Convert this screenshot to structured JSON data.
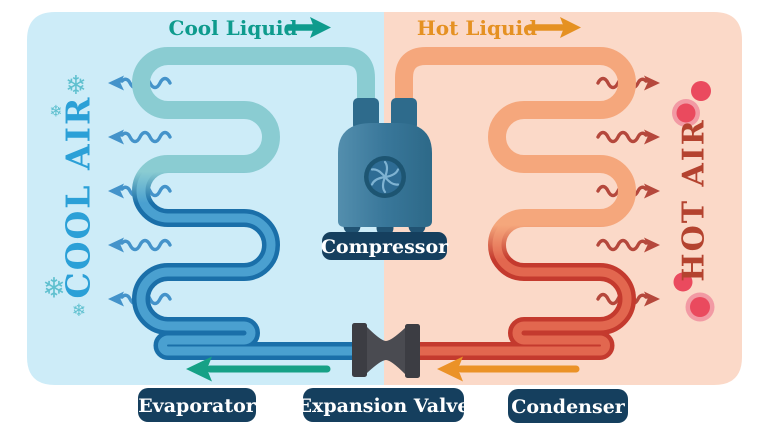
{
  "diagram": {
    "flow_labels": {
      "cool_liquid": "Cool Liquid",
      "hot_liquid": "Hot Liquid"
    },
    "zones": {
      "cool_air": "COOL AIR",
      "hot_air": "HOT AIR"
    },
    "components": {
      "compressor": "Compressor",
      "evaporator": "Evaporator",
      "expansion_valve": "Expansion Valve",
      "condenser": "Condenser"
    }
  },
  "icons": {
    "snowflake": "❄"
  },
  "colors": {
    "cool_panel": "#cdecf8",
    "hot_panel": "#fbd9c8",
    "cool_liquid": "#0e9b8d",
    "hot_liquid": "#e59122",
    "cool_air_text": "#2ba0d7",
    "hot_air_text": "#b4432f",
    "cool_pipe": "#8accd2",
    "cold_pipe_dark": "#1a6fa9",
    "hot_pipe": "#f5a77c",
    "red_pipe_dark": "#c43a2e",
    "label_box": "#153f5e",
    "label_text": "#ffffff",
    "valve_gray": "#45464c",
    "evaporator_arrow": "#16a186",
    "condenser_arrow": "#eb9227",
    "heat_dot": "#ea4a5e",
    "snowflake": "#5fc0cf"
  }
}
